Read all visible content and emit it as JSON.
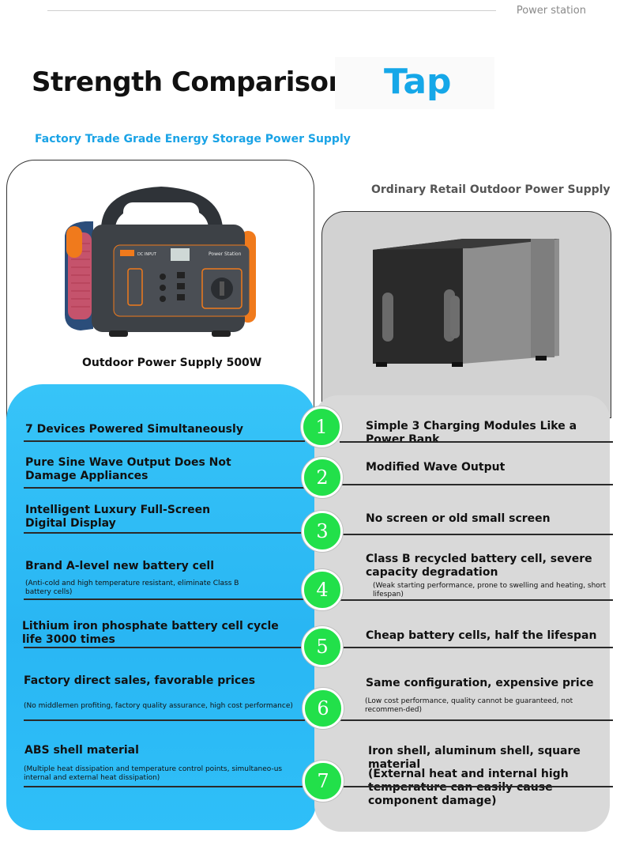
{
  "header": {
    "brand": "Power station",
    "title": "Strength Comparison",
    "tap": "Tap",
    "subtitle": "Factory Trade Grade Energy Storage Power Supply"
  },
  "left_product": {
    "caption": "Outdoor Power Supply 500W",
    "panel_labels": [
      "DC INPUT",
      "Power Station"
    ]
  },
  "right_product": {
    "label": "Ordinary Retail Outdoor Power Supply"
  },
  "rows": [
    {
      "num": "1",
      "left": "7 Devices Powered Simultaneously",
      "left_sub": "",
      "right": "Simple 3 Charging Modules Like a Power Bank",
      "right_sub": ""
    },
    {
      "num": "2",
      "left": "Pure Sine Wave Output Does Not Damage Appliances",
      "left_sub": "",
      "right": "Modified Wave Output",
      "right_sub": ""
    },
    {
      "num": "3",
      "left": "Intelligent Luxury Full-Screen Digital Display",
      "left_sub": "",
      "right": "No screen or old small screen",
      "right_sub": ""
    },
    {
      "num": "4",
      "left": "Brand A-level new battery cell",
      "left_sub": "(Anti-cold and high temperature resistant, eliminate Class B battery cells)",
      "right": "Class B recycled battery cell, severe capacity degradation",
      "right_sub": "(Weak starting performance, prone to swelling and heating, short lifespan)"
    },
    {
      "num": "5",
      "left": "Lithium iron phosphate battery cell cycle life 3000 times",
      "left_sub": "",
      "right": "Cheap battery cells, half the lifespan",
      "right_sub": ""
    },
    {
      "num": "6",
      "left": "Factory direct sales, favorable prices",
      "left_sub": "(No middlemen profiting, factory quality assurance, high cost performance)",
      "right": "Same configuration, expensive price",
      "right_sub": "(Low cost performance, quality cannot be guaranteed, not recommen-ded)"
    },
    {
      "num": "7",
      "left": "ABS shell material",
      "left_sub": "(Multiple heat dissipation and temperature control points, simultaneo-us internal and external heat dissipation)",
      "right": "Iron shell, aluminum shell, square material",
      "right_sub": "(External heat and internal high temperature can easily cause component damage)"
    }
  ],
  "colors": {
    "accent_blue": "#15a7e8",
    "panel_blue": "#29b6f3",
    "panel_grey": "#d9d9d9",
    "badge_green": "#22e04a",
    "product_orange": "#f07a1c"
  }
}
